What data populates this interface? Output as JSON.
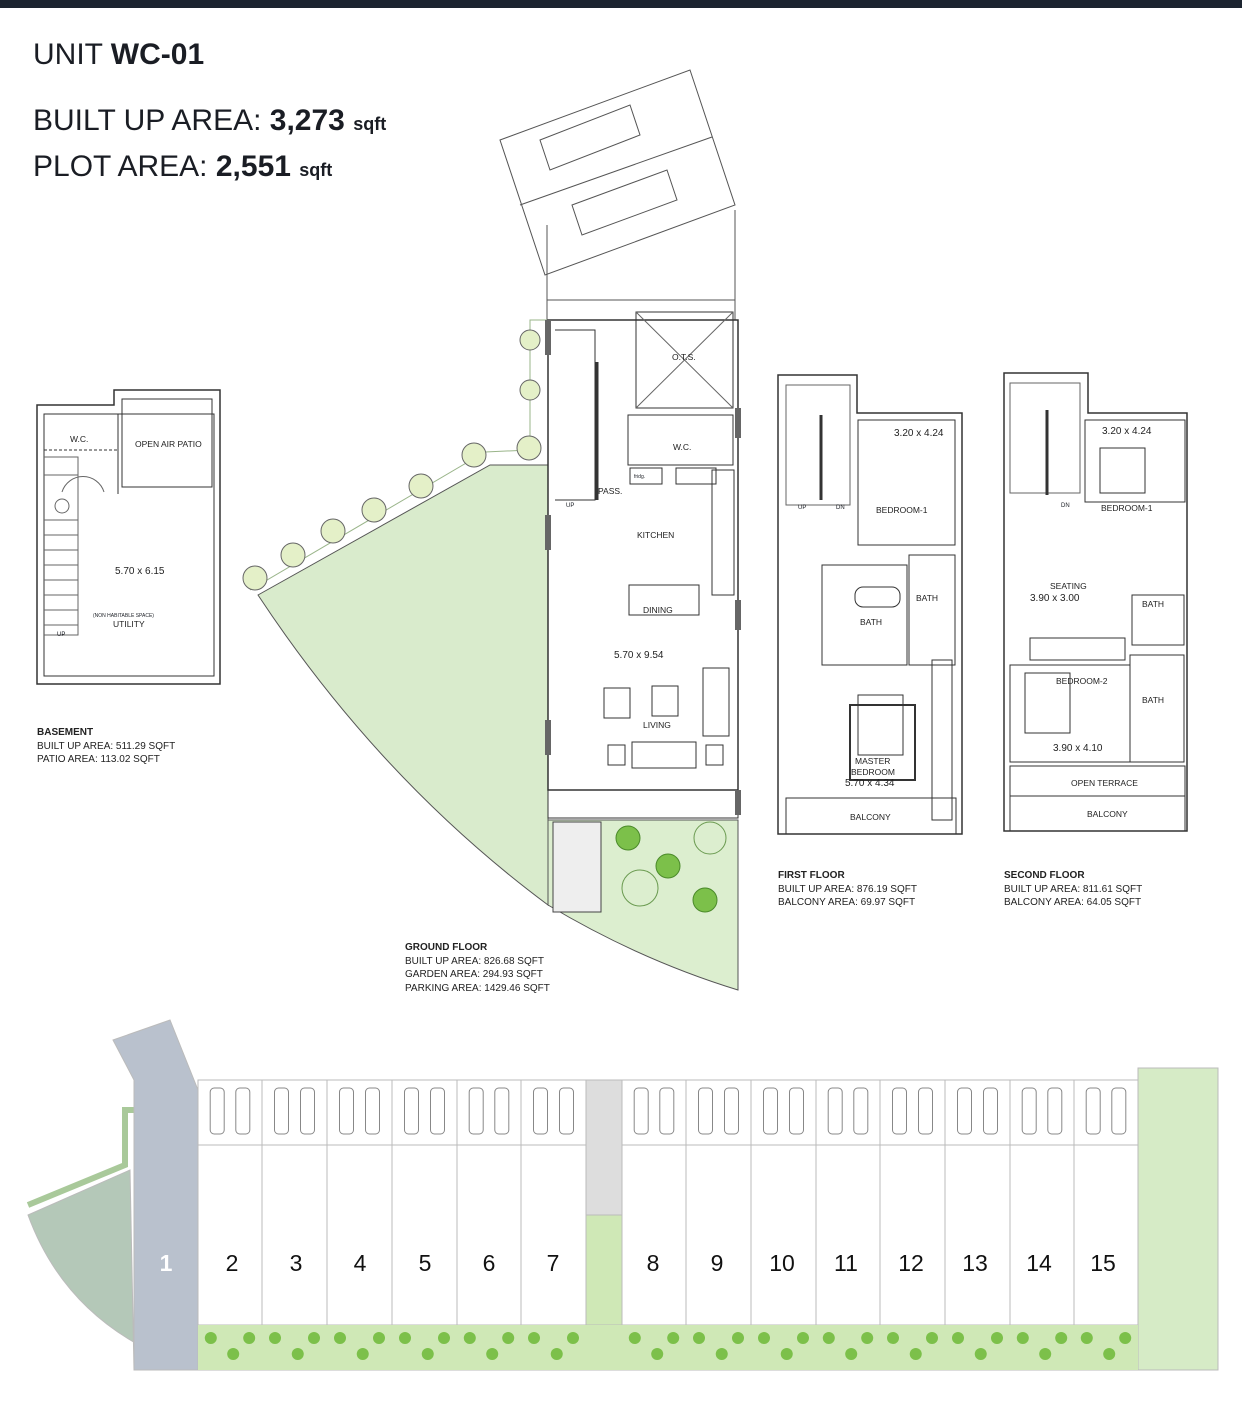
{
  "header": {
    "unit_prefix": "UNIT",
    "unit_code": "WC-01",
    "built_up_label": "BUILT UP AREA:",
    "built_up_value": "3,273",
    "built_up_unit": "sqft",
    "plot_label": "PLOT AREA:",
    "plot_value": "2,551",
    "plot_unit": "sqft"
  },
  "basement": {
    "rooms": {
      "wc": "W.C.",
      "patio": "OPEN AIR PATIO",
      "dim": "5.70 x 6.15",
      "note": "(NON HABITABLE SPACE)",
      "utility": "UTILITY",
      "up": "UP"
    },
    "title": "BASEMENT",
    "lines": [
      "BUILT UP AREA: 511.29 SQFT",
      "PATIO AREA: 113.02 SQFT"
    ]
  },
  "ground": {
    "rooms": {
      "ots": "O.T.S.",
      "wc": "W.C.",
      "fridge": "fridg.",
      "pass": "PASS.",
      "up": "UP",
      "kitchen": "KITCHEN",
      "dining": "DINING",
      "dim": "5.70 x 9.54",
      "living": "LIVING"
    },
    "title": "GROUND FLOOR",
    "lines": [
      "BUILT UP AREA: 826.68 SQFT",
      "GARDEN AREA: 294.93 SQFT",
      "PARKING AREA: 1429.46 SQFT"
    ]
  },
  "first": {
    "rooms": {
      "dim1": "3.20 x 4.24",
      "up": "UP",
      "dn": "DN",
      "bedroom1": "BEDROOM-1",
      "bath1": "BATH",
      "bath2": "BATH",
      "master1": "MASTER",
      "master2": "BEDROOM",
      "master_dim": "5.70 x 4.34",
      "balcony": "BALCONY"
    },
    "title": "FIRST FLOOR",
    "lines": [
      "BUILT UP AREA: 876.19 SQFT",
      "BALCONY AREA: 69.97 SQFT"
    ]
  },
  "second": {
    "rooms": {
      "dim1": "3.20 x 4.24",
      "dn": "DN",
      "bedroom1": "BEDROOM-1",
      "seating": "SEATING",
      "seating_dim": "3.90 x 3.00",
      "bath1": "BATH",
      "bedroom2": "BEDROOM-2",
      "bath2": "BATH",
      "dim2": "3.90 x 4.10",
      "terrace": "OPEN TERRACE",
      "balcony": "BALCONY"
    },
    "title": "SECOND FLOOR",
    "lines": [
      "BUILT UP AREA: 811.61 SQFT",
      "BALCONY AREA: 64.05 SQFT"
    ]
  },
  "site": {
    "units": [
      "1",
      "2",
      "3",
      "4",
      "5",
      "6",
      "7",
      "8",
      "9",
      "10",
      "11",
      "12",
      "13",
      "14",
      "15"
    ],
    "selected": "1"
  },
  "colors": {
    "garden": "#d9ebcc",
    "selected_unit": "#b9c1cd",
    "dark": "#1c2430",
    "shrub": "#7cc04a"
  }
}
